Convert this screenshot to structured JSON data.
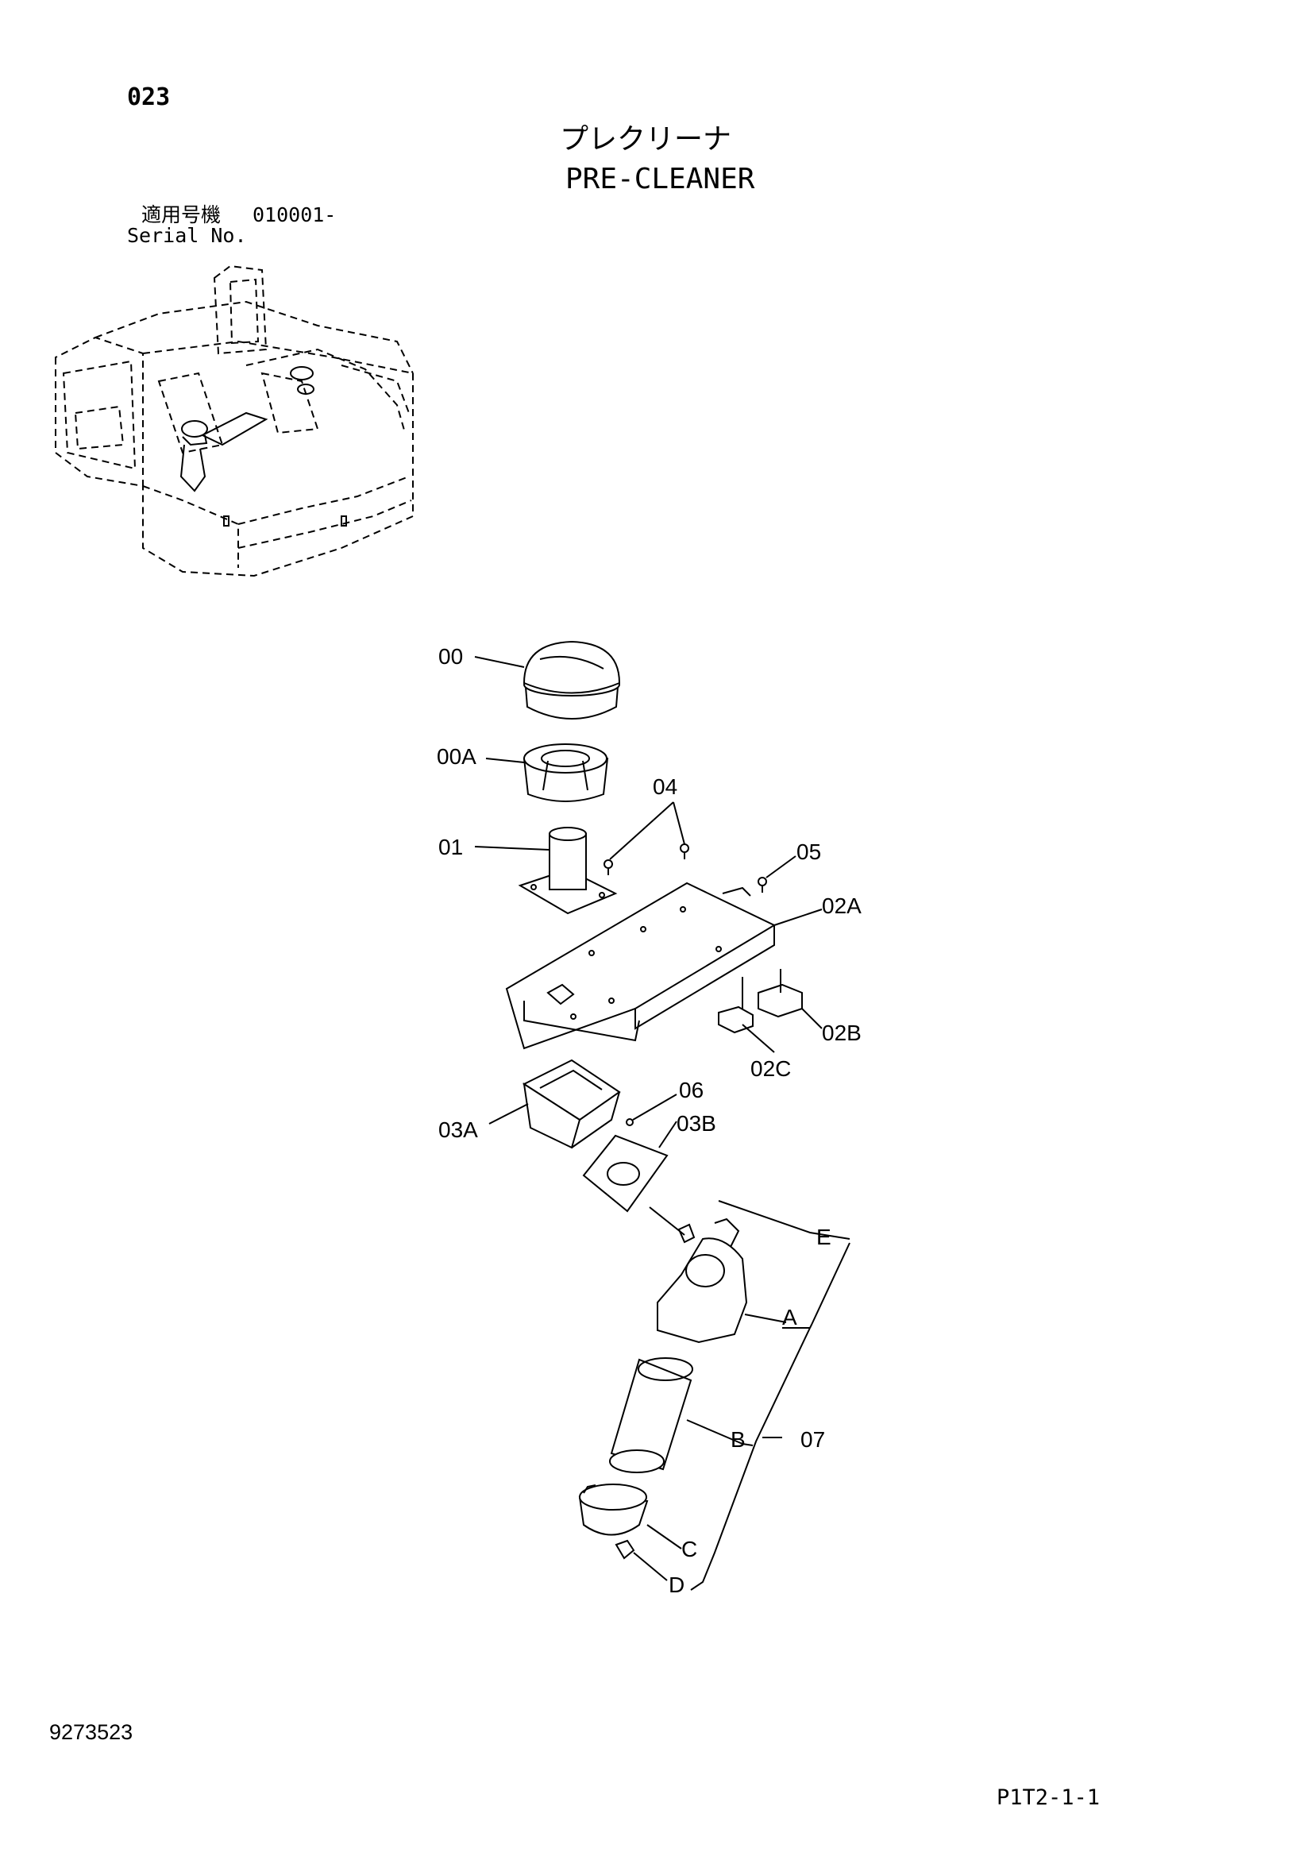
{
  "header": {
    "page_number": "023",
    "title_jp": "プレクリーナ",
    "title_en": "PRE-CLEANER",
    "serial_label_jp": "適用号機",
    "serial_range": "010001-",
    "serial_label_en": "Serial No."
  },
  "callouts": {
    "c00": "00",
    "c00A": "00A",
    "c01": "01",
    "c02A": "02A",
    "c02B": "02B",
    "c02C": "02C",
    "c03A": "03A",
    "c03B": "03B",
    "c04": "04",
    "c05": "05",
    "c06": "06",
    "c07": "07",
    "cA": "A",
    "cB": "B",
    "cC": "C",
    "cD": "D",
    "cE": "E"
  },
  "footer": {
    "document_number": "9273523",
    "page_code": "P1T2-1-1"
  }
}
